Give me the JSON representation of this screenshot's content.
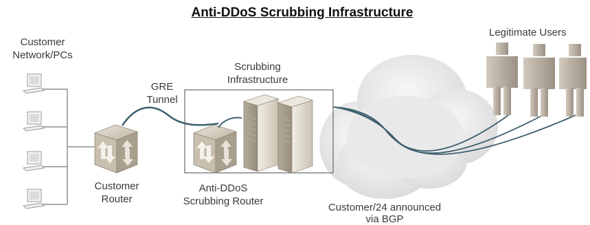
{
  "diagram": {
    "title": "Anti-DDoS Scrubbing Infrastructure",
    "labels": {
      "customer_network": "Customer\nNetwork/PCs",
      "gre_tunnel": "GRE\nTunnel",
      "scrubbing_infrastructure": "Scrubbing\nInfrastructure",
      "legitimate_users": "Legitimate Users",
      "customer_router": "Customer\nRouter",
      "scrubbing_router": "Anti-DDoS\nScrubbing Router",
      "bgp_announcement": "Customer/24 announced\nvia BGP"
    },
    "nodes": [
      {
        "id": "pc-1",
        "kind": "pc"
      },
      {
        "id": "pc-2",
        "kind": "pc"
      },
      {
        "id": "pc-3",
        "kind": "pc"
      },
      {
        "id": "pc-4",
        "kind": "pc"
      },
      {
        "id": "customer-router",
        "kind": "router"
      },
      {
        "id": "scrubbing-router",
        "kind": "router"
      },
      {
        "id": "server-1",
        "kind": "server"
      },
      {
        "id": "server-2",
        "kind": "server"
      },
      {
        "id": "internet-cloud",
        "kind": "cloud"
      },
      {
        "id": "user-group",
        "kind": "users"
      }
    ],
    "colors": {
      "line": "#3d5f6e",
      "router_face": "#cfc6b6",
      "server_face": "#ddd6c8",
      "cloud": "#ebebeb",
      "user": "#b9afa2"
    }
  }
}
